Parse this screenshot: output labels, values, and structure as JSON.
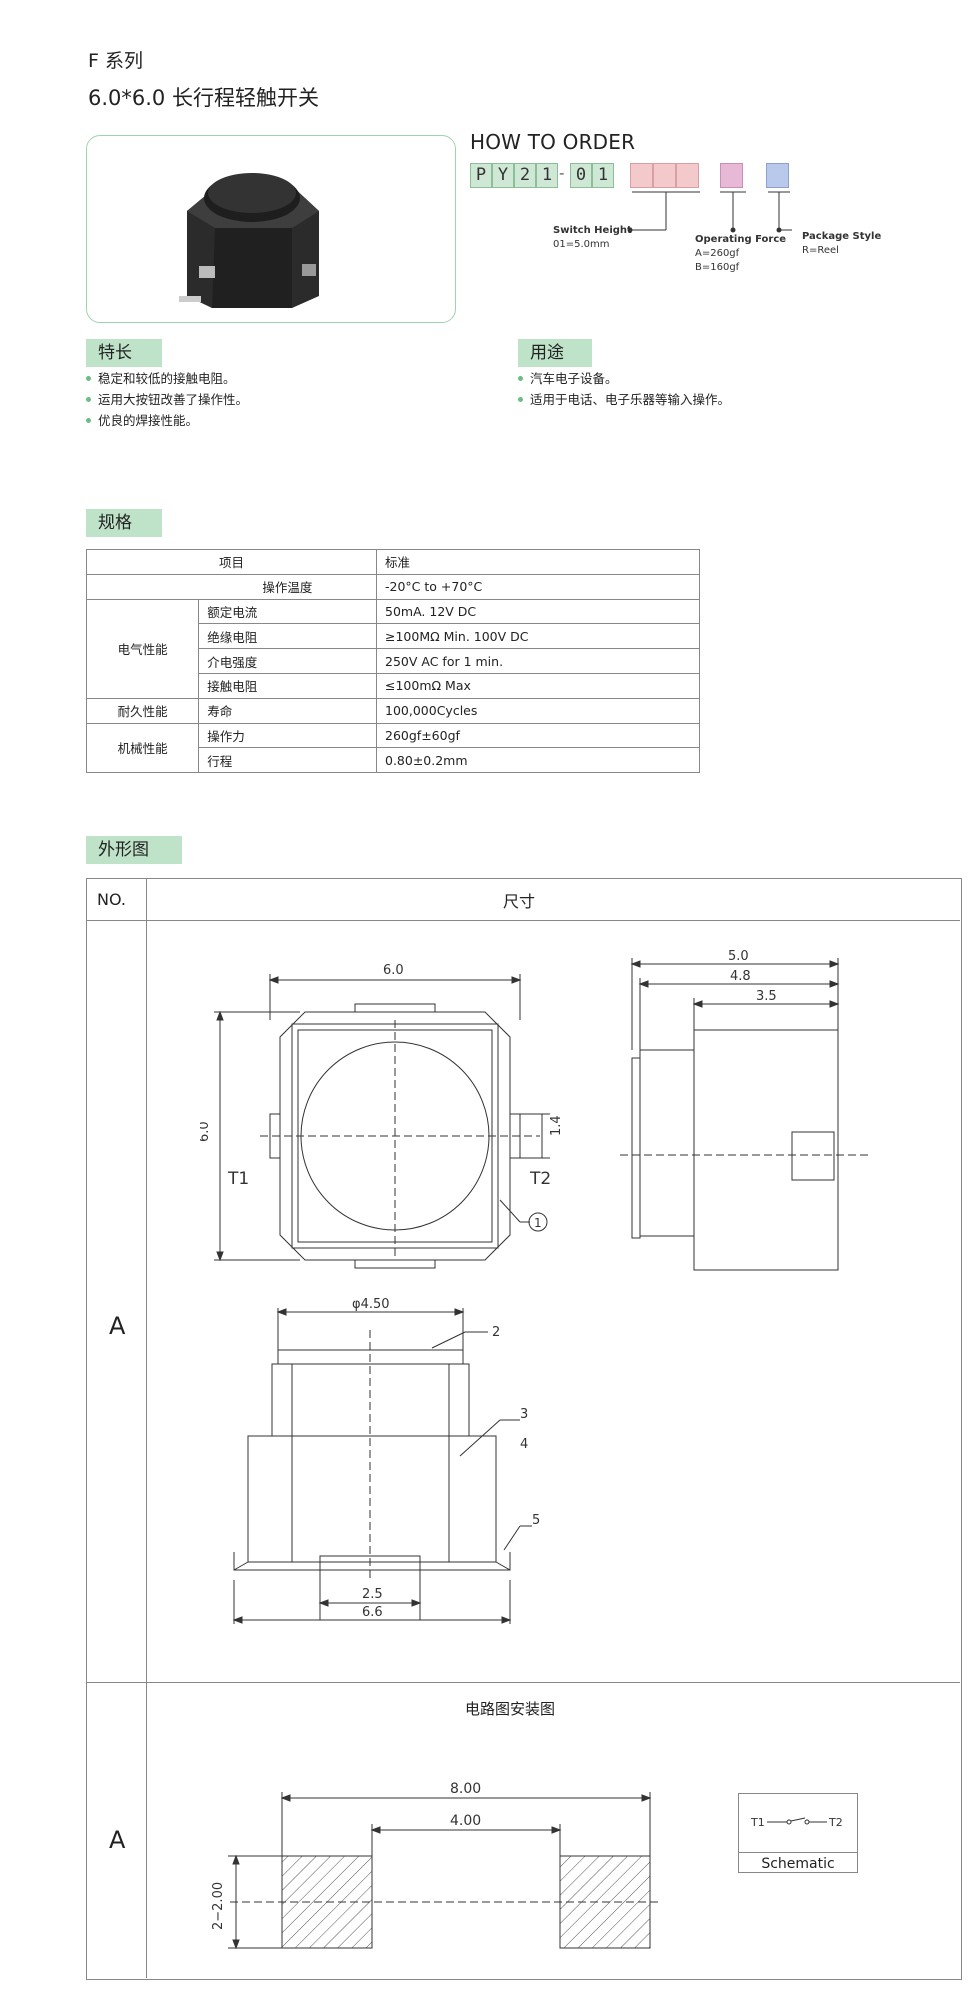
{
  "header": {
    "series": "F 系列",
    "title": "6.0*6.0 长行程轻触开关"
  },
  "order": {
    "heading": "HOW TO ORDER",
    "code_chars": [
      "P",
      "Y",
      "2",
      "1",
      "0",
      "1"
    ],
    "dash": "-",
    "switch_height_label": "Switch Height",
    "switch_height_value": "01=5.0mm",
    "operating_force_label": "Operating Force",
    "operating_force_a": "A=260gf",
    "operating_force_b": "B=160gf",
    "package_style_label": "Package Style",
    "package_style_value": "R=Reel",
    "colors": {
      "code": "#cfe7d5",
      "height": "#f4c9cb",
      "force": "#e8b9d6",
      "package": "#b9c9ec"
    }
  },
  "features": {
    "heading": "特长",
    "items": [
      "稳定和较低的接触电阻。",
      "运用大按钮改善了操作性。",
      "优良的焊接性能。"
    ]
  },
  "applications": {
    "heading": "用途",
    "items": [
      "汽车电子设备。",
      "适用于电话、电子乐器等输入操作。"
    ]
  },
  "spec": {
    "heading": "规格",
    "col_item": "项目",
    "col_standard": "标准",
    "rows": [
      {
        "group": "",
        "item": "操作温度",
        "value": "-20°C to +70°C"
      },
      {
        "group": "电气性能",
        "item": "额定电流",
        "value": "50mA. 12V DC"
      },
      {
        "group": "",
        "item": "绝缘电阻",
        "value": "≥100MΩ Min. 100V DC"
      },
      {
        "group": "",
        "item": "介电强度",
        "value": "250V AC for 1 min."
      },
      {
        "group": "",
        "item": "接触电阻",
        "value": "≤100mΩ Max"
      },
      {
        "group": "耐久性能",
        "item": "寿命",
        "value": "100,000Cycles"
      },
      {
        "group": "机械性能",
        "item": "操作力",
        "value": "260gf±60gf"
      },
      {
        "group": "",
        "item": "行程",
        "value": "0.80±0.2mm"
      }
    ]
  },
  "outline": {
    "heading": "外形图",
    "col_no": "NO.",
    "col_dim": "尺寸",
    "row1_label": "A",
    "row2_label": "A",
    "pcb_title": "电路图安装图",
    "dims": {
      "top_width": "6.0",
      "top_height": "6.0",
      "tab": "1.4",
      "t1": "T1",
      "t2": "T2",
      "side_50": "5.0",
      "side_48": "4.8",
      "side_35": "3.5",
      "phi": "φ4.50",
      "base_25": "2.5",
      "base_66": "6.6",
      "callouts": [
        "1",
        "2",
        "3",
        "4",
        "5"
      ],
      "pcb_800": "8.00",
      "pcb_400": "4.00",
      "pcb_pad": "2−2.00"
    },
    "schematic": {
      "t1": "T1",
      "t2": "T2",
      "label": "Schematic"
    }
  }
}
